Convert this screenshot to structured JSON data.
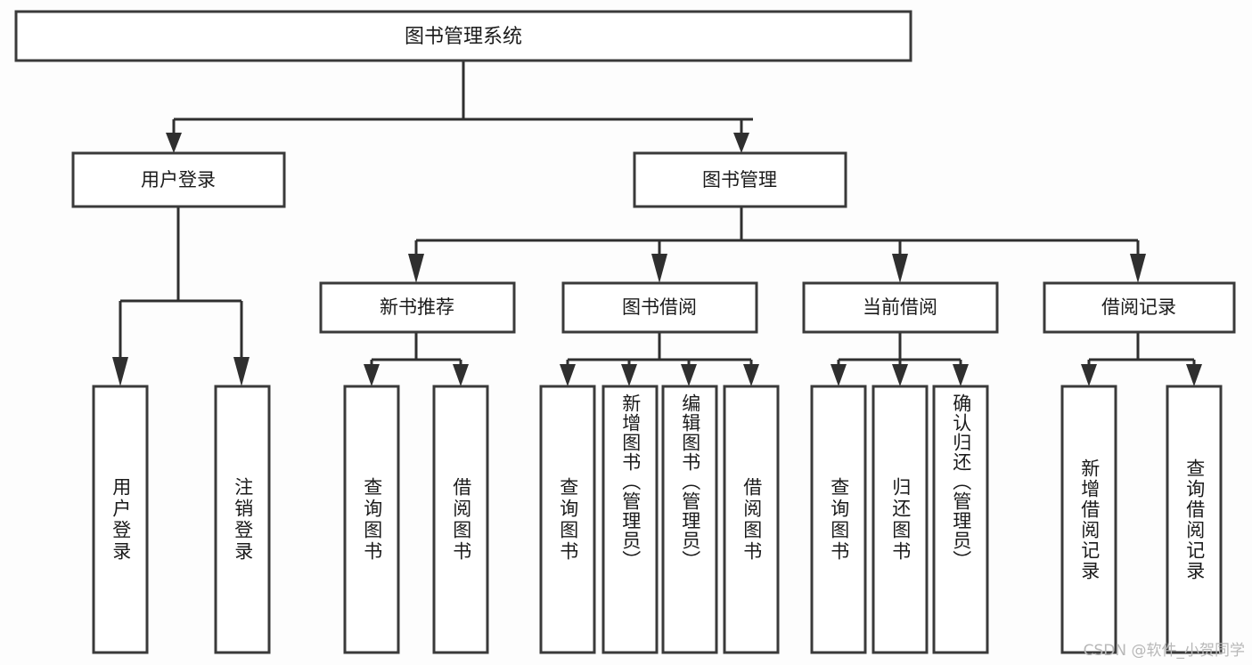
{
  "diagram": {
    "type": "hierarchy-tree",
    "title_node": {
      "id": "root",
      "label": "图书管理系统"
    },
    "level1": [
      {
        "id": "user-login",
        "label": "用户登录"
      },
      {
        "id": "book-manage",
        "label": "图书管理"
      }
    ],
    "level2": [
      {
        "id": "new-book-recommend",
        "label": "新书推荐",
        "parent": "book-manage"
      },
      {
        "id": "book-borrow",
        "label": "图书借阅",
        "parent": "book-manage"
      },
      {
        "id": "current-borrow",
        "label": "当前借阅",
        "parent": "book-manage"
      },
      {
        "id": "borrow-record",
        "label": "借阅记录",
        "parent": "book-manage"
      }
    ],
    "leaves": [
      {
        "id": "leaf-user-login",
        "label": "用户登录",
        "parent": "user-login"
      },
      {
        "id": "leaf-user-logout",
        "label": "注销登录",
        "parent": "user-login"
      },
      {
        "id": "leaf-query-book-1",
        "label": "查询图书",
        "parent": "new-book-recommend"
      },
      {
        "id": "leaf-borrow-book-1",
        "label": "借阅图书",
        "parent": "new-book-recommend"
      },
      {
        "id": "leaf-query-book-2",
        "label": "查询图书",
        "parent": "book-borrow"
      },
      {
        "id": "leaf-add-book",
        "label": "新增图书（管理员）",
        "parent": "book-borrow"
      },
      {
        "id": "leaf-edit-book",
        "label": "编辑图书（管理员）",
        "parent": "book-borrow"
      },
      {
        "id": "leaf-borrow-book-2",
        "label": "借阅图书",
        "parent": "book-borrow"
      },
      {
        "id": "leaf-query-book-3",
        "label": "查询图书",
        "parent": "current-borrow"
      },
      {
        "id": "leaf-return-book",
        "label": "归还图书",
        "parent": "current-borrow"
      },
      {
        "id": "leaf-confirm-return",
        "label": "确认归还（管理员）",
        "parent": "current-borrow"
      },
      {
        "id": "leaf-add-record",
        "label": "新增借阅记录",
        "parent": "borrow-record"
      },
      {
        "id": "leaf-query-record",
        "label": "查询借阅记录",
        "parent": "borrow-record"
      }
    ],
    "watermark": "CSDN @软件_小贺同学",
    "colors": {
      "box_stroke": "#3a3a3a",
      "box_fill": "#ffffff",
      "connector": "#2f2f2f",
      "text": "#1b1b1b",
      "background": "#fdfdfd",
      "watermark": "#b8b8b8"
    }
  }
}
